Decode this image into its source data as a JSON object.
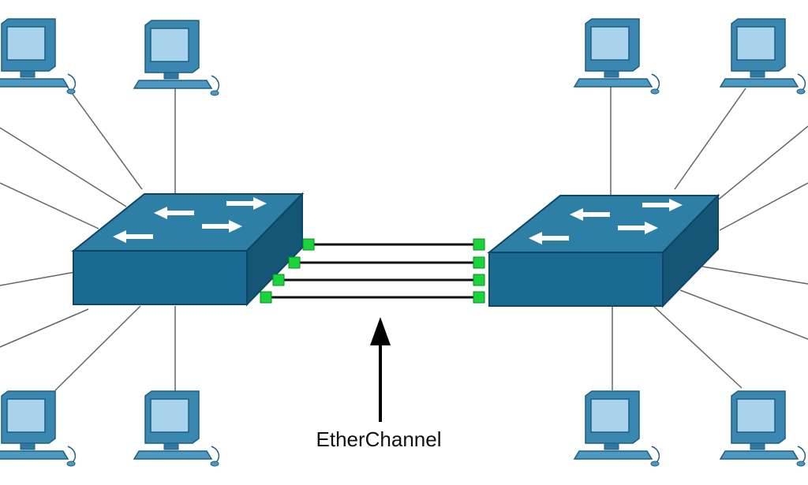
{
  "diagram": {
    "type": "network-topology",
    "caption": "EtherChannel",
    "colors": {
      "switch_top": "#2e7fa6",
      "switch_front": "#1b6a93",
      "switch_side": "#155677",
      "switch_edge": "#0e4664",
      "pc_body": "#3a87b1",
      "pc_screen": "#a9d3ec",
      "port": "#19d43a",
      "cable": "#666666",
      "bundle": "#111111",
      "arrow": "#000000"
    },
    "nodes": [
      {
        "id": "switch-left",
        "kind": "switch",
        "icon": "switch-icon"
      },
      {
        "id": "switch-right",
        "kind": "switch",
        "icon": "switch-icon"
      },
      {
        "id": "pc-left-top-outer",
        "kind": "pc",
        "icon": "computer-icon"
      },
      {
        "id": "pc-left-top-inner",
        "kind": "pc",
        "icon": "computer-icon"
      },
      {
        "id": "pc-left-bottom-outer",
        "kind": "pc",
        "icon": "computer-icon"
      },
      {
        "id": "pc-left-bottom-inner",
        "kind": "pc",
        "icon": "computer-icon"
      },
      {
        "id": "pc-right-top-inner",
        "kind": "pc",
        "icon": "computer-icon"
      },
      {
        "id": "pc-right-top-outer",
        "kind": "pc",
        "icon": "computer-icon"
      },
      {
        "id": "pc-right-bottom-inner",
        "kind": "pc",
        "icon": "computer-icon"
      },
      {
        "id": "pc-right-bottom-outer",
        "kind": "pc",
        "icon": "computer-icon"
      }
    ],
    "etherchannel_links": 4
  }
}
